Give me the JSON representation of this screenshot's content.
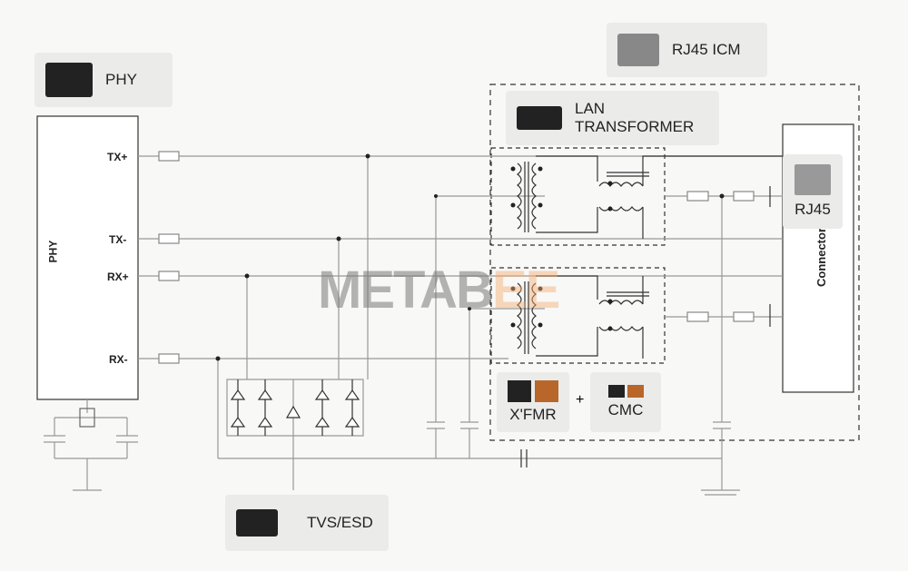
{
  "phy_block": {
    "label": "PHY",
    "pins": [
      "TX+",
      "TX-",
      "RX+",
      "RX-"
    ]
  },
  "cards": {
    "phy": "PHY",
    "rj45_icm": "RJ45 ICM",
    "lan_transformer_1": "LAN",
    "lan_transformer_2": "TRANSFORMER",
    "rj45": "RJ45",
    "xfmr": "X'FMR",
    "plus": "+",
    "cmc": "CMC",
    "tvs": "TVS/ESD"
  },
  "connector": {
    "label": "Connector"
  },
  "watermark": {
    "a": "METAB",
    "b": "EE"
  },
  "colors": {
    "line": "#999999",
    "dark": "#333333",
    "card": "#ebebea"
  }
}
